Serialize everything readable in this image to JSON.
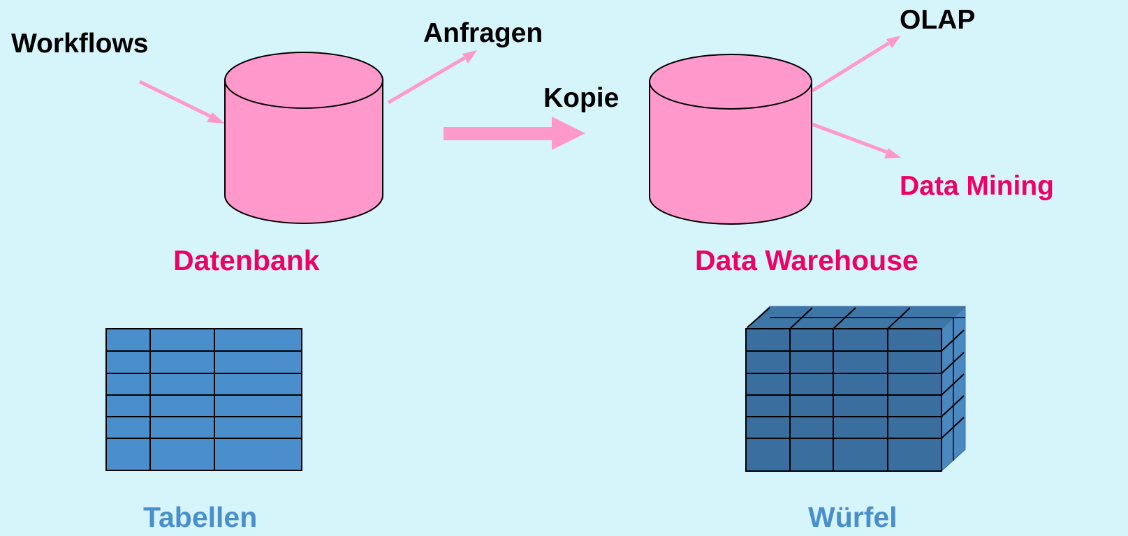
{
  "labels": {
    "workflows": "Workflows",
    "anfragen": "Anfragen",
    "kopie": "Kopie",
    "olap": "OLAP",
    "data_mining": "Data Mining",
    "datenbank": "Datenbank",
    "data_warehouse": "Data Warehouse",
    "tabellen": "Tabellen",
    "wuerfel": "Würfel"
  },
  "colors": {
    "background": "#d6f5fb",
    "cylinder_fill": "#ff99cc",
    "arrow": "#ff99cc",
    "black_text": "#000000",
    "magenta_text": "#ee0066",
    "blue_text": "#4a8fcc",
    "table_fill": "#4a8fcc",
    "cube_front": "#3a6e9f",
    "cube_top": "#3f76a8",
    "cube_side": "#4a88c0"
  }
}
